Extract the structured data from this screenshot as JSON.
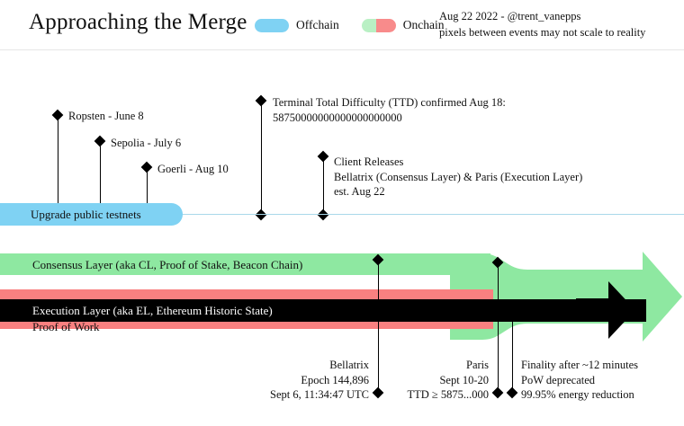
{
  "header": {
    "title": "Approaching the Merge",
    "legend": [
      {
        "label": "Offchain",
        "swatch": "offchain-pill",
        "color": "#7fd2f3"
      },
      {
        "label": "Onchain",
        "swatch": "onchain-pill",
        "color": "#b9f0c4"
      }
    ],
    "byline_line1": "Aug 22 2022 - @trent_vanepps",
    "byline_line2": "pixels between events may not scale to reality"
  },
  "offchain": {
    "track_label": "Upgrade public testnets",
    "events": [
      {
        "label": "Ropsten - June 8"
      },
      {
        "label": "Sepolia - July 6"
      },
      {
        "label": "Goerli - Aug 10"
      },
      {
        "line1": "Terminal Total Difficulty (TTD) confirmed Aug 18:",
        "line2": "58750000000000000000000"
      },
      {
        "line1": "Client Releases",
        "line2": "Bellatrix (Consensus Layer) & Paris (Execution Layer)",
        "line3": "est. Aug 22"
      }
    ]
  },
  "onchain": {
    "consensus_layer": "Consensus Layer (aka CL, Proof of Stake, Beacon Chain)",
    "execution_layer": "Execution Layer (aka EL, Ethereum Historic State)",
    "proof_of_work": "Proof of Work",
    "events": [
      {
        "line1": "Bellatrix",
        "line2": "Epoch 144,896",
        "line3": "Sept 6, 11:34:47 UTC"
      },
      {
        "line1": "Paris",
        "line2": "Sept 10-20",
        "line3": "TTD ≥ 5875...000"
      },
      {
        "line1": "Finality after ~12 minutes",
        "line2": "PoW deprecated",
        "line3": "99.95% energy reduction"
      }
    ]
  },
  "colors": {
    "offchain_blue": "#7fd2f3",
    "consensus_green": "#8ee8a1",
    "proof_of_work_red": "#f98080",
    "execution_black": "#000000",
    "background": "#ffffff"
  }
}
